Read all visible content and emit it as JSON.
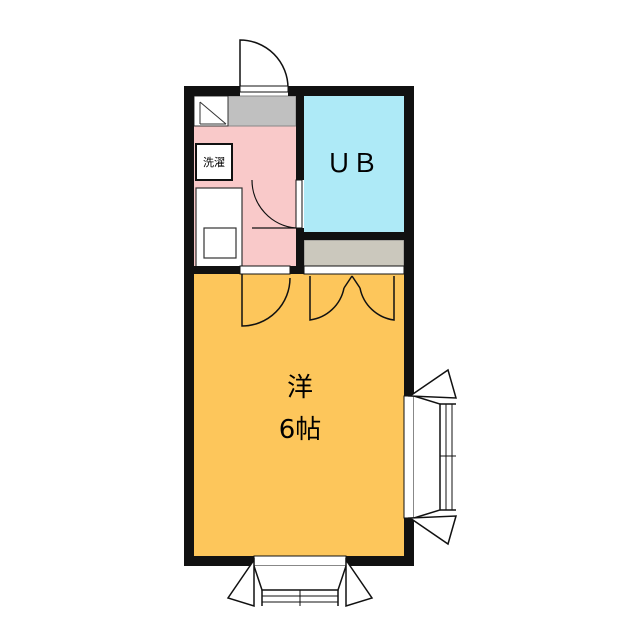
{
  "floorplan": {
    "rooms": {
      "bath": {
        "label": "ＵＢ",
        "color": "#aeeaf7"
      },
      "western": {
        "label_line1": "洋",
        "label_line2": "6帖",
        "color": "#fdc65b"
      },
      "kitchen": {
        "color": "#f9c9c9"
      },
      "closet_shelf": {
        "color": "#cbc8bd"
      }
    },
    "laundry": {
      "label": "洗濯"
    },
    "wall_color": "#111111"
  }
}
